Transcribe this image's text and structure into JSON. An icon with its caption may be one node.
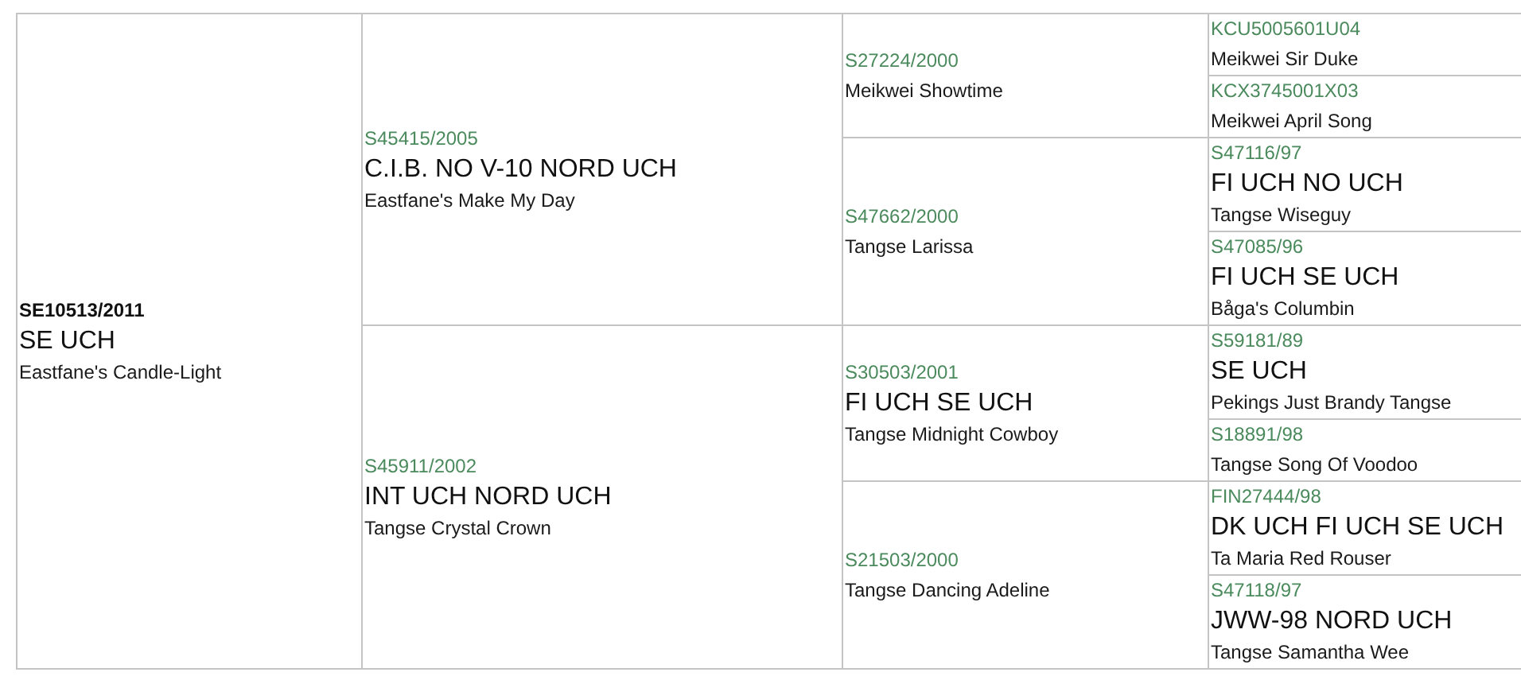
{
  "diagram": {
    "nodes": [
      {
        "text": [
          "SE10513/2011",
          "SE UCH",
          "Eastfane's Candle-Light"
        ]
      },
      {
        "text": [
          "S45415/2005",
          "C.I.B. NO V-10 NORD UCH",
          "Eastfane's Make My Day"
        ]
      },
      {
        "text": [
          "S27224/2000",
          "Meikwei Showtime"
        ]
      },
      {
        "text": [
          "KCU5005601U04",
          "Meikwei Sir Duke"
        ]
      },
      {
        "text": [
          "KCX3745001X03",
          "Meikwei April Song"
        ]
      },
      {
        "text": [
          "S47662/2000",
          "Tangse Larissa"
        ]
      },
      {
        "text": [
          "S47116/97",
          "FI UCH NO UCH",
          "Tangse Wiseguy"
        ]
      },
      {
        "text": [
          "S47085/96",
          "FI UCH SE UCH",
          "Båga's Columbin"
        ]
      },
      {
        "text": [
          "S45911/2002",
          "INT UCH NORD UCH",
          "Tangse Crystal Crown"
        ]
      },
      {
        "text": [
          "S30503/2001",
          "FI UCH SE UCH",
          "Tangse Midnight Cowboy"
        ]
      },
      {
        "text": [
          "S59181/89",
          "SE UCH",
          "Pekings Just Brandy Tangse"
        ]
      },
      {
        "text": [
          "S18891/98",
          "Tangse Song Of Voodoo"
        ]
      },
      {
        "text": [
          "S21503/2000",
          "Tangse Dancing Adeline"
        ]
      },
      {
        "text": [
          "FIN27444/98",
          "DK UCH FI UCH SE UCH",
          "Ta Maria Red Rouser"
        ]
      },
      {
        "text": [
          "S47118/97",
          "JWW-98 NORD UCH",
          "Tangse Samantha Wee"
        ]
      }
    ]
  }
}
